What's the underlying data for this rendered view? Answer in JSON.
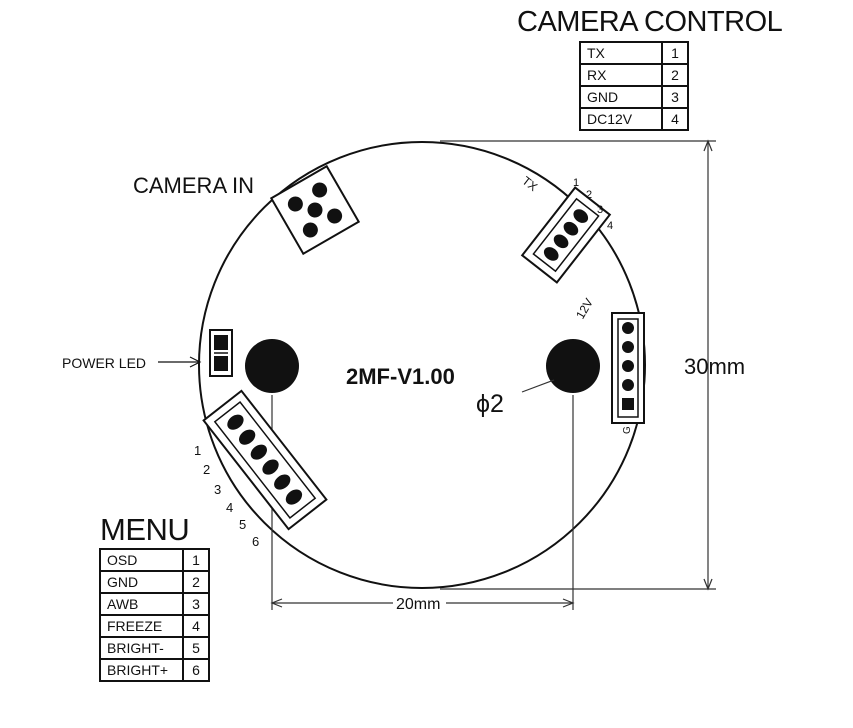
{
  "camera_control": {
    "title": "CAMERA CONTROL",
    "pins": [
      {
        "label": "TX",
        "num": "1"
      },
      {
        "label": "RX",
        "num": "2"
      },
      {
        "label": "GND",
        "num": "3"
      },
      {
        "label": "DC12V",
        "num": "4"
      }
    ]
  },
  "menu": {
    "title": "MENU",
    "pins": [
      {
        "label": "OSD",
        "num": "1"
      },
      {
        "label": "GND",
        "num": "2"
      },
      {
        "label": "AWB",
        "num": "3"
      },
      {
        "label": "FREEZE",
        "num": "4"
      },
      {
        "label": "BRIGHT-",
        "num": "5"
      },
      {
        "label": "BRIGHT+",
        "num": "6"
      }
    ]
  },
  "board": {
    "model": "2MF-V1.00",
    "camera_in_label": "CAMERA IN",
    "power_led_label": "POWER LED",
    "hole_label": "ϕ2",
    "diameter_label": "30mm",
    "hole_spacing_label": "20mm",
    "control_conn_tx": "TX",
    "control_conn_nums": [
      "1",
      "2",
      "3",
      "4"
    ],
    "control_conn_12v": "12V",
    "side_conn_g": "G",
    "menu_conn_nums": [
      "1",
      "2",
      "3",
      "4",
      "5",
      "6"
    ]
  }
}
